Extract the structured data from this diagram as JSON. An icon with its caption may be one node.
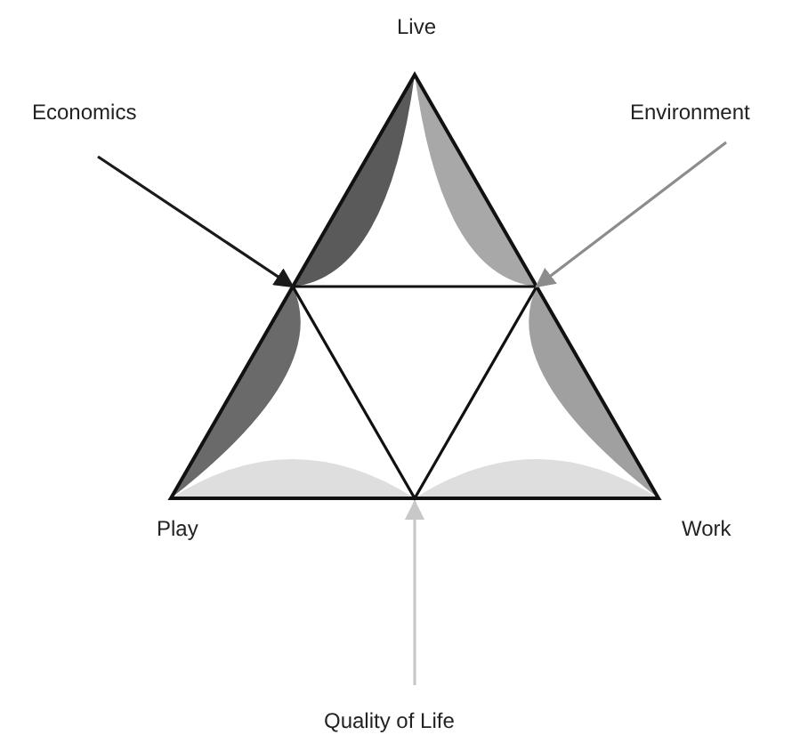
{
  "diagram": {
    "nodes": [
      {
        "text": [
          "Economics"
        ]
      },
      {
        "text": [
          "Environment"
        ]
      },
      {
        "text": [
          "Quality of Life"
        ]
      }
    ],
    "edges": [
      {
        "from": 0,
        "to": null,
        "arrow": "to",
        "color": "#1a1a1a"
      },
      {
        "from": 1,
        "to": null,
        "arrow": "to",
        "color": "#8c8c8c"
      },
      {
        "from": 2,
        "to": null,
        "arrow": "to",
        "color": "#c8c8c8"
      }
    ],
    "labels": [
      "Live",
      "Play",
      "Work"
    ]
  }
}
